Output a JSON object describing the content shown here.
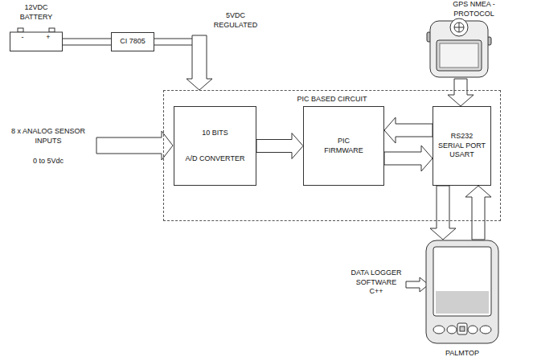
{
  "diagram": {
    "nodes": [
      {
        "text": [
          "12VDC BATTERY"
        ]
      },
      {
        "text": [
          "CI 7805"
        ]
      },
      {
        "text": [
          "PIC BASED CIRCUIT"
        ]
      },
      {
        "text": [
          "10 BITS",
          "A/D CONVERTER"
        ],
        "in": 2
      },
      {
        "text": [
          "PIC FIRMWARE"
        ],
        "in": 2
      },
      {
        "text": [
          "RS232 SERIAL PORT USART"
        ],
        "in": 2
      },
      {
        "text": [
          "GPS NMEA - PROTOCOL"
        ]
      },
      {
        "text": [
          "PALMTOP"
        ]
      }
    ],
    "edges": [
      {
        "from": 0,
        "to": 1,
        "arrow": "none"
      },
      {
        "from": 1,
        "to": 2,
        "arrow": "to"
      },
      {
        "from": 3,
        "to": 4,
        "arrow": "to"
      },
      {
        "from": 5,
        "to": 4,
        "arrow": "to"
      },
      {
        "from": 4,
        "to": 5,
        "arrow": "to"
      },
      {
        "from": 6,
        "to": 5,
        "arrow": "to"
      },
      {
        "from": 5,
        "to": 7,
        "arrow": "to"
      },
      {
        "from": 7,
        "to": 5,
        "arrow": "to"
      }
    ],
    "labels": [
      "-",
      "+",
      "5VDC REGULATED",
      "8 x ANALOG SENSOR INPUTS",
      "0 to 5Vdc",
      "DATA LOGGER SOFTWARE C++"
    ]
  }
}
